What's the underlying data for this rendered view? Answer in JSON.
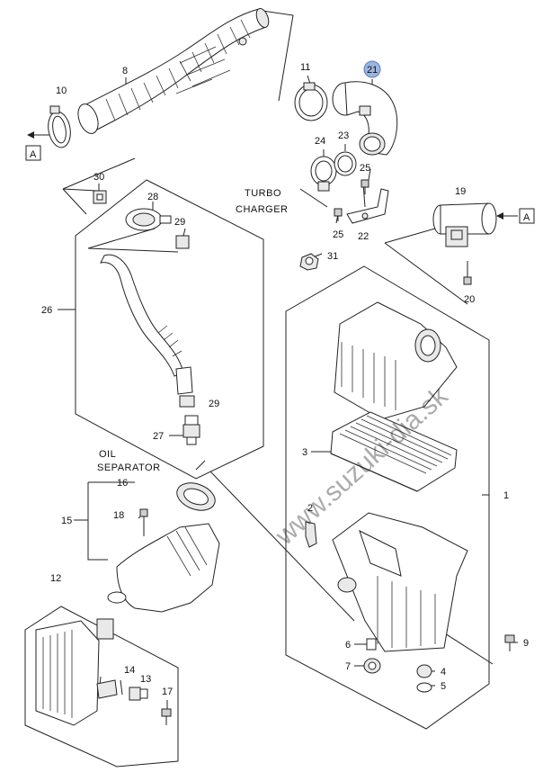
{
  "labels": {
    "p1": "1",
    "p2": "2",
    "p3": "3",
    "p4": "4",
    "p5": "5",
    "p6": "6",
    "p7": "7",
    "p8": "8",
    "p9": "9",
    "p10": "10",
    "p11": "11",
    "p12": "12",
    "p13": "13",
    "p14": "14",
    "p15": "15",
    "p16": "16",
    "p17": "17",
    "p18": "18",
    "p19": "19",
    "p20": "20",
    "p21": "21",
    "p22": "22",
    "p23": "23",
    "p24": "24",
    "p25a": "25",
    "p25b": "25",
    "p26": "26",
    "p27": "27",
    "p28": "28",
    "p29a": "29",
    "p29b": "29",
    "p30": "30",
    "p31": "31"
  },
  "refs": {
    "left": "A",
    "right": "A"
  },
  "notes": {
    "turbo_line1": "TURBO",
    "turbo_line2": "CHARGER",
    "oil_line1": "OIL",
    "oil_line2": "SEPARATOR"
  },
  "watermark": "www.suzuki-dia.sk",
  "highlight_color": "#9bb5e0"
}
